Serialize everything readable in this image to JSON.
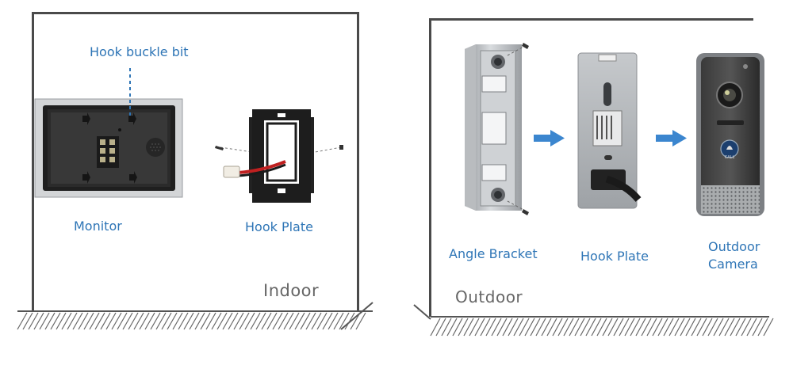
{
  "indoor": {
    "title": "Indoor",
    "labels": {
      "hook_buckle_bit": "Hook buckle bit",
      "monitor": "Monitor",
      "hook_plate": "Hook Plate"
    }
  },
  "outdoor": {
    "title": "Outdoor",
    "labels": {
      "angle_bracket": "Angle Bracket",
      "hook_plate": "Hook Plate",
      "camera_line1": "Outdoor",
      "camera_line2": "Camera"
    },
    "call_button_text": "CALL"
  },
  "colors": {
    "label_blue": "#2e75b6",
    "arrow_blue": "#3b86cf",
    "frame": "#4a4a4a",
    "room_text": "#666666"
  }
}
